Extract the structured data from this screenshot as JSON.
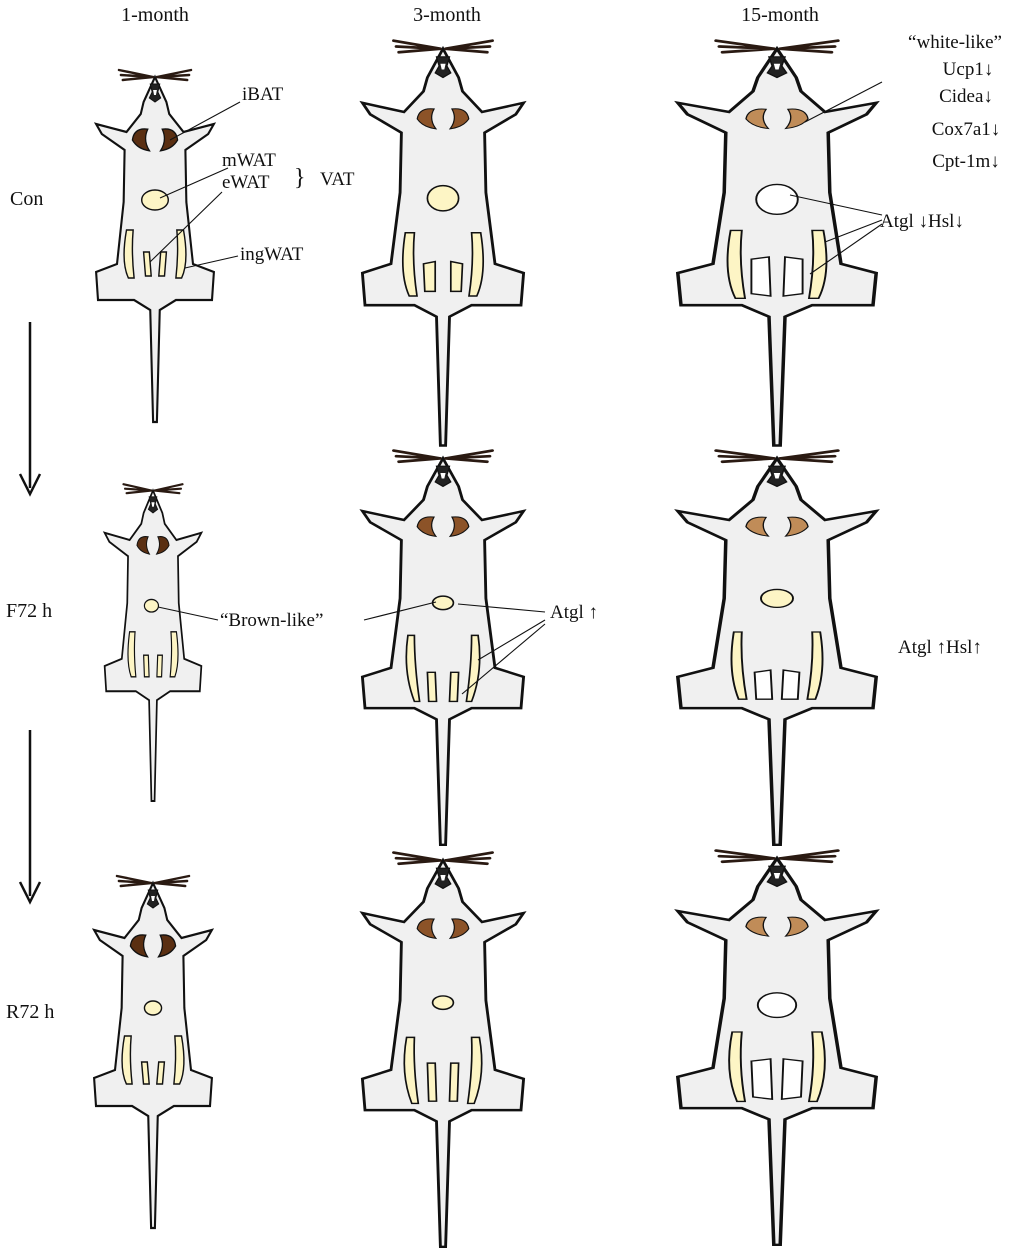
{
  "columns": [
    "1-month",
    "3-month",
    "15-month"
  ],
  "rows": [
    "Con",
    "F72 h",
    "R72 h"
  ],
  "labels": {
    "ibat": "iBAT",
    "mwat": "mWAT",
    "ewat": "eWAT",
    "brace": "}",
    "vat": "VAT",
    "ingwat": "ingWAT",
    "brown_like": "“Brown-like”",
    "white_like": "“white-like”",
    "ucp1": "Ucp1↓",
    "cidea": "Cidea↓",
    "cox7a1": "Cox7a1↓",
    "cpt1m": "Cpt-1m↓",
    "atgl_hsl_down": "Atgl ↓Hsl↓",
    "atgl_up": "Atgl ↑",
    "atgl_hsl_up": "Atgl ↑Hsl↑"
  },
  "colors": {
    "body": "#f0f0f0",
    "outline": "#111111",
    "ibat_young": "#5a2f12",
    "ibat_adult": "#8c5328",
    "ibat_old": "#c08c58",
    "wat_yellow": "#fdf5c5",
    "wat_white": "#ffffff",
    "whiskers": "#2a1a12"
  }
}
